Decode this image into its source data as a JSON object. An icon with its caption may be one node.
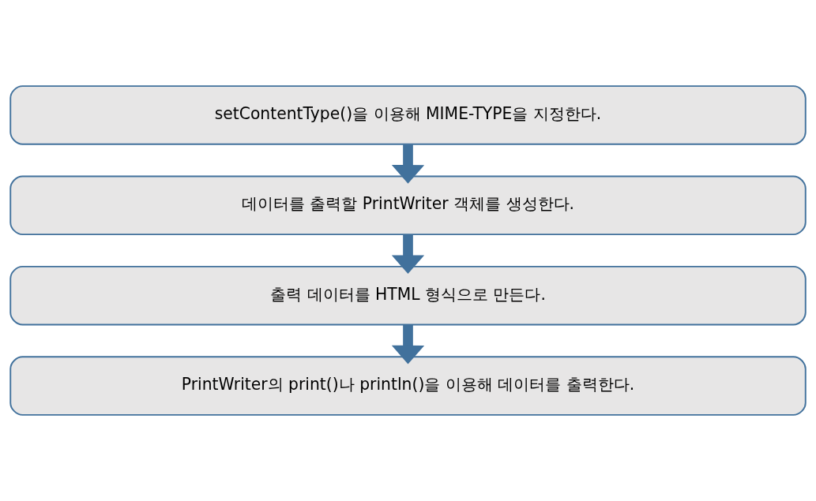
{
  "diagram": {
    "nodes": [
      {
        "text": [
          "setContentType()을 이용해 MIME-TYPE을 지정한다."
        ]
      },
      {
        "text": [
          "데이터를 출력할 PrintWriter 객체를 생성한다."
        ]
      },
      {
        "text": [
          "출력 데이터를 HTML 형식으로 만든다."
        ]
      },
      {
        "text": [
          "PrintWriter의 print()나 println()을 이용해 데이터를 출력한다."
        ]
      }
    ],
    "edges": [
      {
        "from": 0,
        "to": 1,
        "arrow": "to"
      },
      {
        "from": 1,
        "to": 2,
        "arrow": "to"
      },
      {
        "from": 2,
        "to": 3,
        "arrow": "to"
      }
    ]
  }
}
